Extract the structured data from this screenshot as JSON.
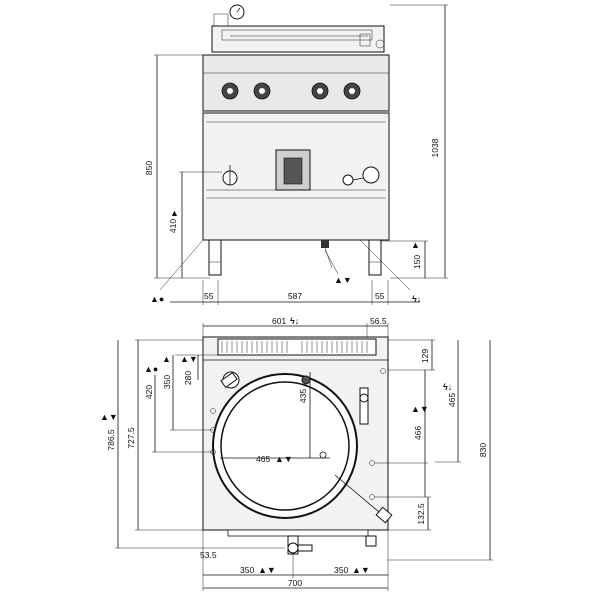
{
  "front_view": {
    "dimensions": {
      "total_height": "1038",
      "body_height": "850",
      "gas_inlet_height": "410",
      "drain_height": "150",
      "left_margin": "55",
      "inner_width": "587",
      "right_margin": "55"
    }
  },
  "top_view": {
    "dimensions": {
      "electric_offset": "601",
      "side_offset": "56.5",
      "water_depth_a": "129",
      "electric_depth": "465",
      "depth_b": "466",
      "total_depth": "830",
      "depth_c": "132.5",
      "water_x": "280",
      "drain_x": "350",
      "gas_x": "420",
      "y_727": "727.5",
      "y_786": "786.5",
      "pan_center_y": "435",
      "pan_diameter": "465",
      "front_offset": "53.5",
      "total_width": "700",
      "left_350": "350",
      "right_350": "350"
    }
  },
  "icons": [
    "gas-icon",
    "water-icon",
    "electric-icon",
    "drain-icon"
  ]
}
